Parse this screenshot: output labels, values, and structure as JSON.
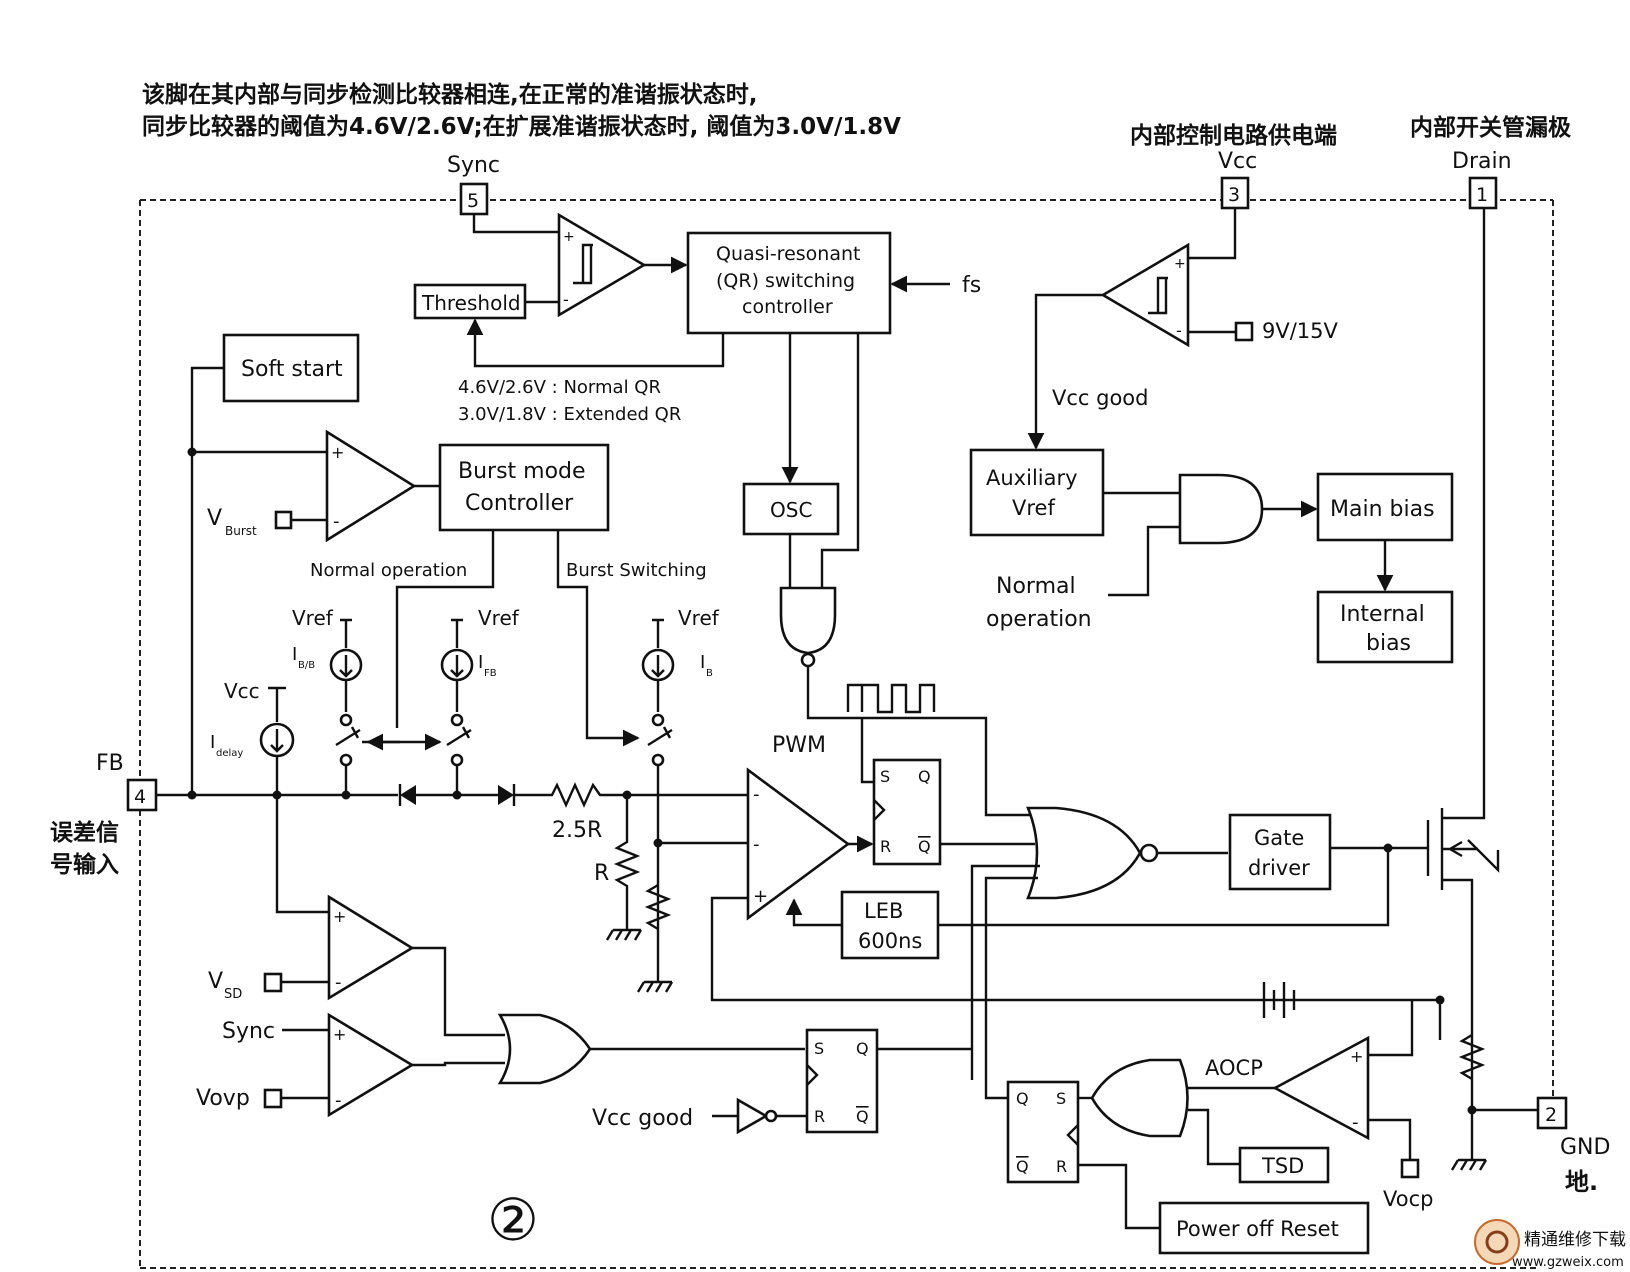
{
  "header": {
    "line1": "该脚在其内部与同步检测比较器相连,在正常的准谐振状态时,",
    "line2": "同步比较器的阈值为4.6V/2.6V;在扩展准谐振状态时, 阈值为3.0V/1.8V"
  },
  "pins": {
    "p5": {
      "num": "5",
      "name": "Sync"
    },
    "p3": {
      "num": "3",
      "name": "Vcc",
      "cn": "内部控制电路供电端"
    },
    "p1": {
      "num": "1",
      "name": "Drain",
      "cn": "内部开关管漏极"
    },
    "p4": {
      "num": "4",
      "name": "FB",
      "cn1": "误差信",
      "cn2": "号输入"
    },
    "p2": {
      "num": "2",
      "name": "GND",
      "cn": "地."
    }
  },
  "blocks": {
    "threshold": "Threshold",
    "qr1": "Quasi-resonant",
    "qr2": "(QR) switching",
    "qr3": "controller",
    "soft_start": "Soft start",
    "burst1": "Burst mode",
    "burst2": "Controller",
    "osc": "OSC",
    "aux1": "Auxiliary",
    "aux2": "Vref",
    "main_bias": "Main bias",
    "internal1": "Internal",
    "internal2": "bias",
    "gate1": "Gate",
    "gate2": "driver",
    "leb1": "LEB",
    "leb2": "600ns",
    "tsd": "TSD",
    "por": "Power off Reset"
  },
  "labels": {
    "fs": "fs",
    "v915": "9V/15V",
    "vcc_good": "Vcc good",
    "qr_note1": "4.6V/2.6V : Normal QR",
    "qr_note2": "3.0V/1.8V : Extended QR",
    "normal_op": "Normal operation",
    "burst_sw": "Burst Switching",
    "normal_op2a": "Normal",
    "normal_op2b": "operation",
    "vburst": "V",
    "vburst_sub": "Burst",
    "vref1": "Vref",
    "vref2": "Vref",
    "vref3": "Vref",
    "ibfb": "I",
    "ibfb_sub": "B/B",
    "ifb": "I",
    "ifb_sub": "FB",
    "ib": "I",
    "ib_sub": "B",
    "vcc_src": "Vcc",
    "idelay": "I",
    "idelay_sub": "delay",
    "pwm": "PWM",
    "r25": "2.5R",
    "r": "R",
    "vsd": "V",
    "vsd_sub": "SD",
    "sync2": "Sync",
    "vovp": "Vovp",
    "vcc_good2": "Vcc good",
    "aocp": "AOCP",
    "vocp": "Vocp",
    "circle_num": "②",
    "watermark1": "精通维修下载",
    "watermark2": "www.gzweix.com"
  },
  "ff_labels": {
    "s": "S",
    "q": "Q",
    "r": "R",
    "qbar": "Q"
  }
}
